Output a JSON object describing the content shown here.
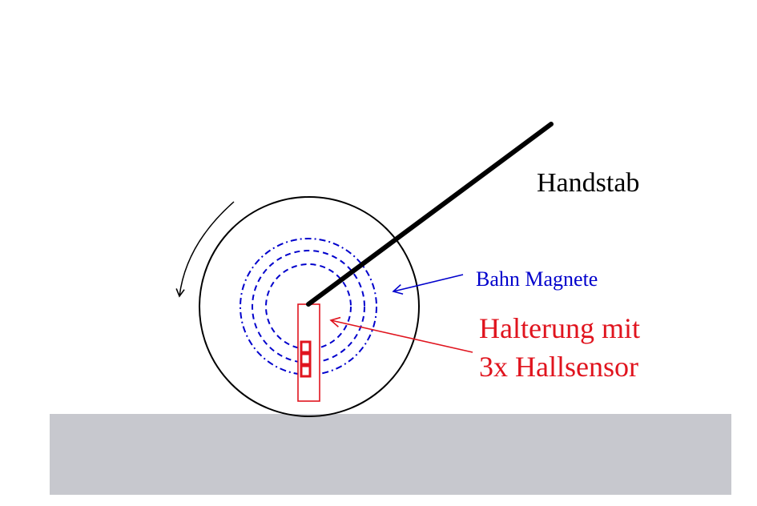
{
  "labels": {
    "handstab": "Handstab",
    "bahn_magnete": "Bahn Magnete",
    "halterung_line1": "Halterung mit",
    "halterung_line2": "3x Hallsensor"
  },
  "colors": {
    "background": "#ffffff",
    "ground": "#c7c8ce",
    "outline": "#000000",
    "magnet_path": "#0000cc",
    "sensor": "#e0141e"
  },
  "icons": {
    "rotation_arrow": "curved-arrow-counterclockwise-icon"
  }
}
